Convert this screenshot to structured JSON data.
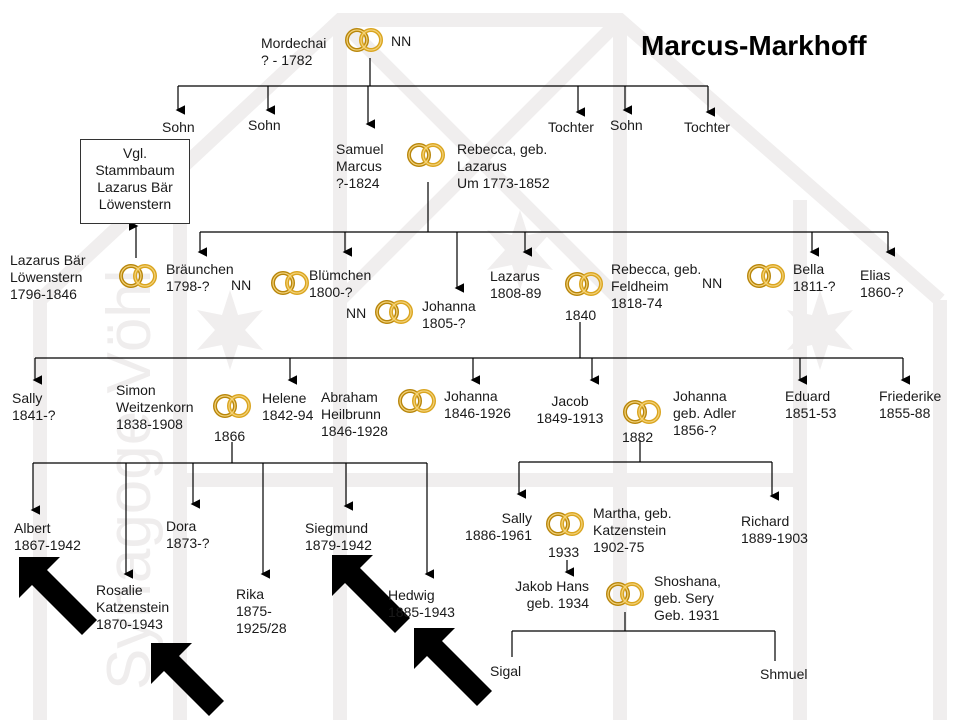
{
  "title": "Marcus-Markhoff",
  "reference_box": "Vgl.\nStammbaum\nLazarus Bär\nLöwenstern",
  "watermark": "Synagoge Vöhl",
  "people": {
    "mordechai": "Mordechai\n? - 1782",
    "nn_top": "NN",
    "sohn_1": "Sohn",
    "sohn_2": "Sohn",
    "tochter_1": "Tochter",
    "sohn_3": "Sohn",
    "tochter_2": "Tochter",
    "samuel": "Samuel\nMarcus\n?-1824",
    "rebecca_lazarus": "Rebecca, geb.\nLazarus\nUm 1773-1852",
    "lazarus_baer": "Lazarus Bär\nLöwenstern\n1796-1846",
    "braeunchen": "Bräunchen\n1798-?",
    "nn_braeunchen": "NN",
    "bluemchen": "Blümchen\n1800-?",
    "nn_johanna": "NN",
    "johanna_1805": "Johanna\n1805-?",
    "lazarus_1808": "Lazarus\n1808-89",
    "marriage_1840": "1840",
    "rebecca_feldheim": "Rebecca, geb.\nFeldheim\n1818-74",
    "nn_rebecca": "NN",
    "bella": "Bella\n1811-?",
    "elias": "Elias\n1860-?",
    "sally_1841": "Sally\n1841-?",
    "simon": "Simon\nWeitzenkorn\n1838-1908",
    "marriage_1866": "1866",
    "helene": "Helene\n1842-94",
    "abraham": "Abraham\nHeilbrunn\n1846-1928",
    "johanna_1846": "Johanna\n1846-1926",
    "jacob": "Jacob\n1849-1913",
    "marriage_1882": "1882",
    "johanna_adler": "Johanna\ngeb. Adler\n1856-?",
    "eduard": "Eduard\n1851-53",
    "friederike": "Friederike\n1855-88",
    "albert": "Albert\n1867-1942",
    "rosalie": "Rosalie\nKatzenstein\n1870-1943",
    "dora": "Dora\n1873-?",
    "rika": "Rika\n1875-\n1925/28",
    "siegmund": "Siegmund\n1879-1942",
    "hedwig": "Hedwig\n1885-1943",
    "sally_1886": "Sally\n1886-1961",
    "marriage_1933": "1933",
    "martha": "Martha, geb.\nKatzenstein\n1902-75",
    "richard": "Richard\n1889-1903",
    "jakob_hans": "Jakob Hans\ngeb. 1934",
    "shoshana": "Shoshana,\ngeb. Sery\nGeb. 1931",
    "sigal": "Sigal",
    "shmuel": "Shmuel"
  }
}
